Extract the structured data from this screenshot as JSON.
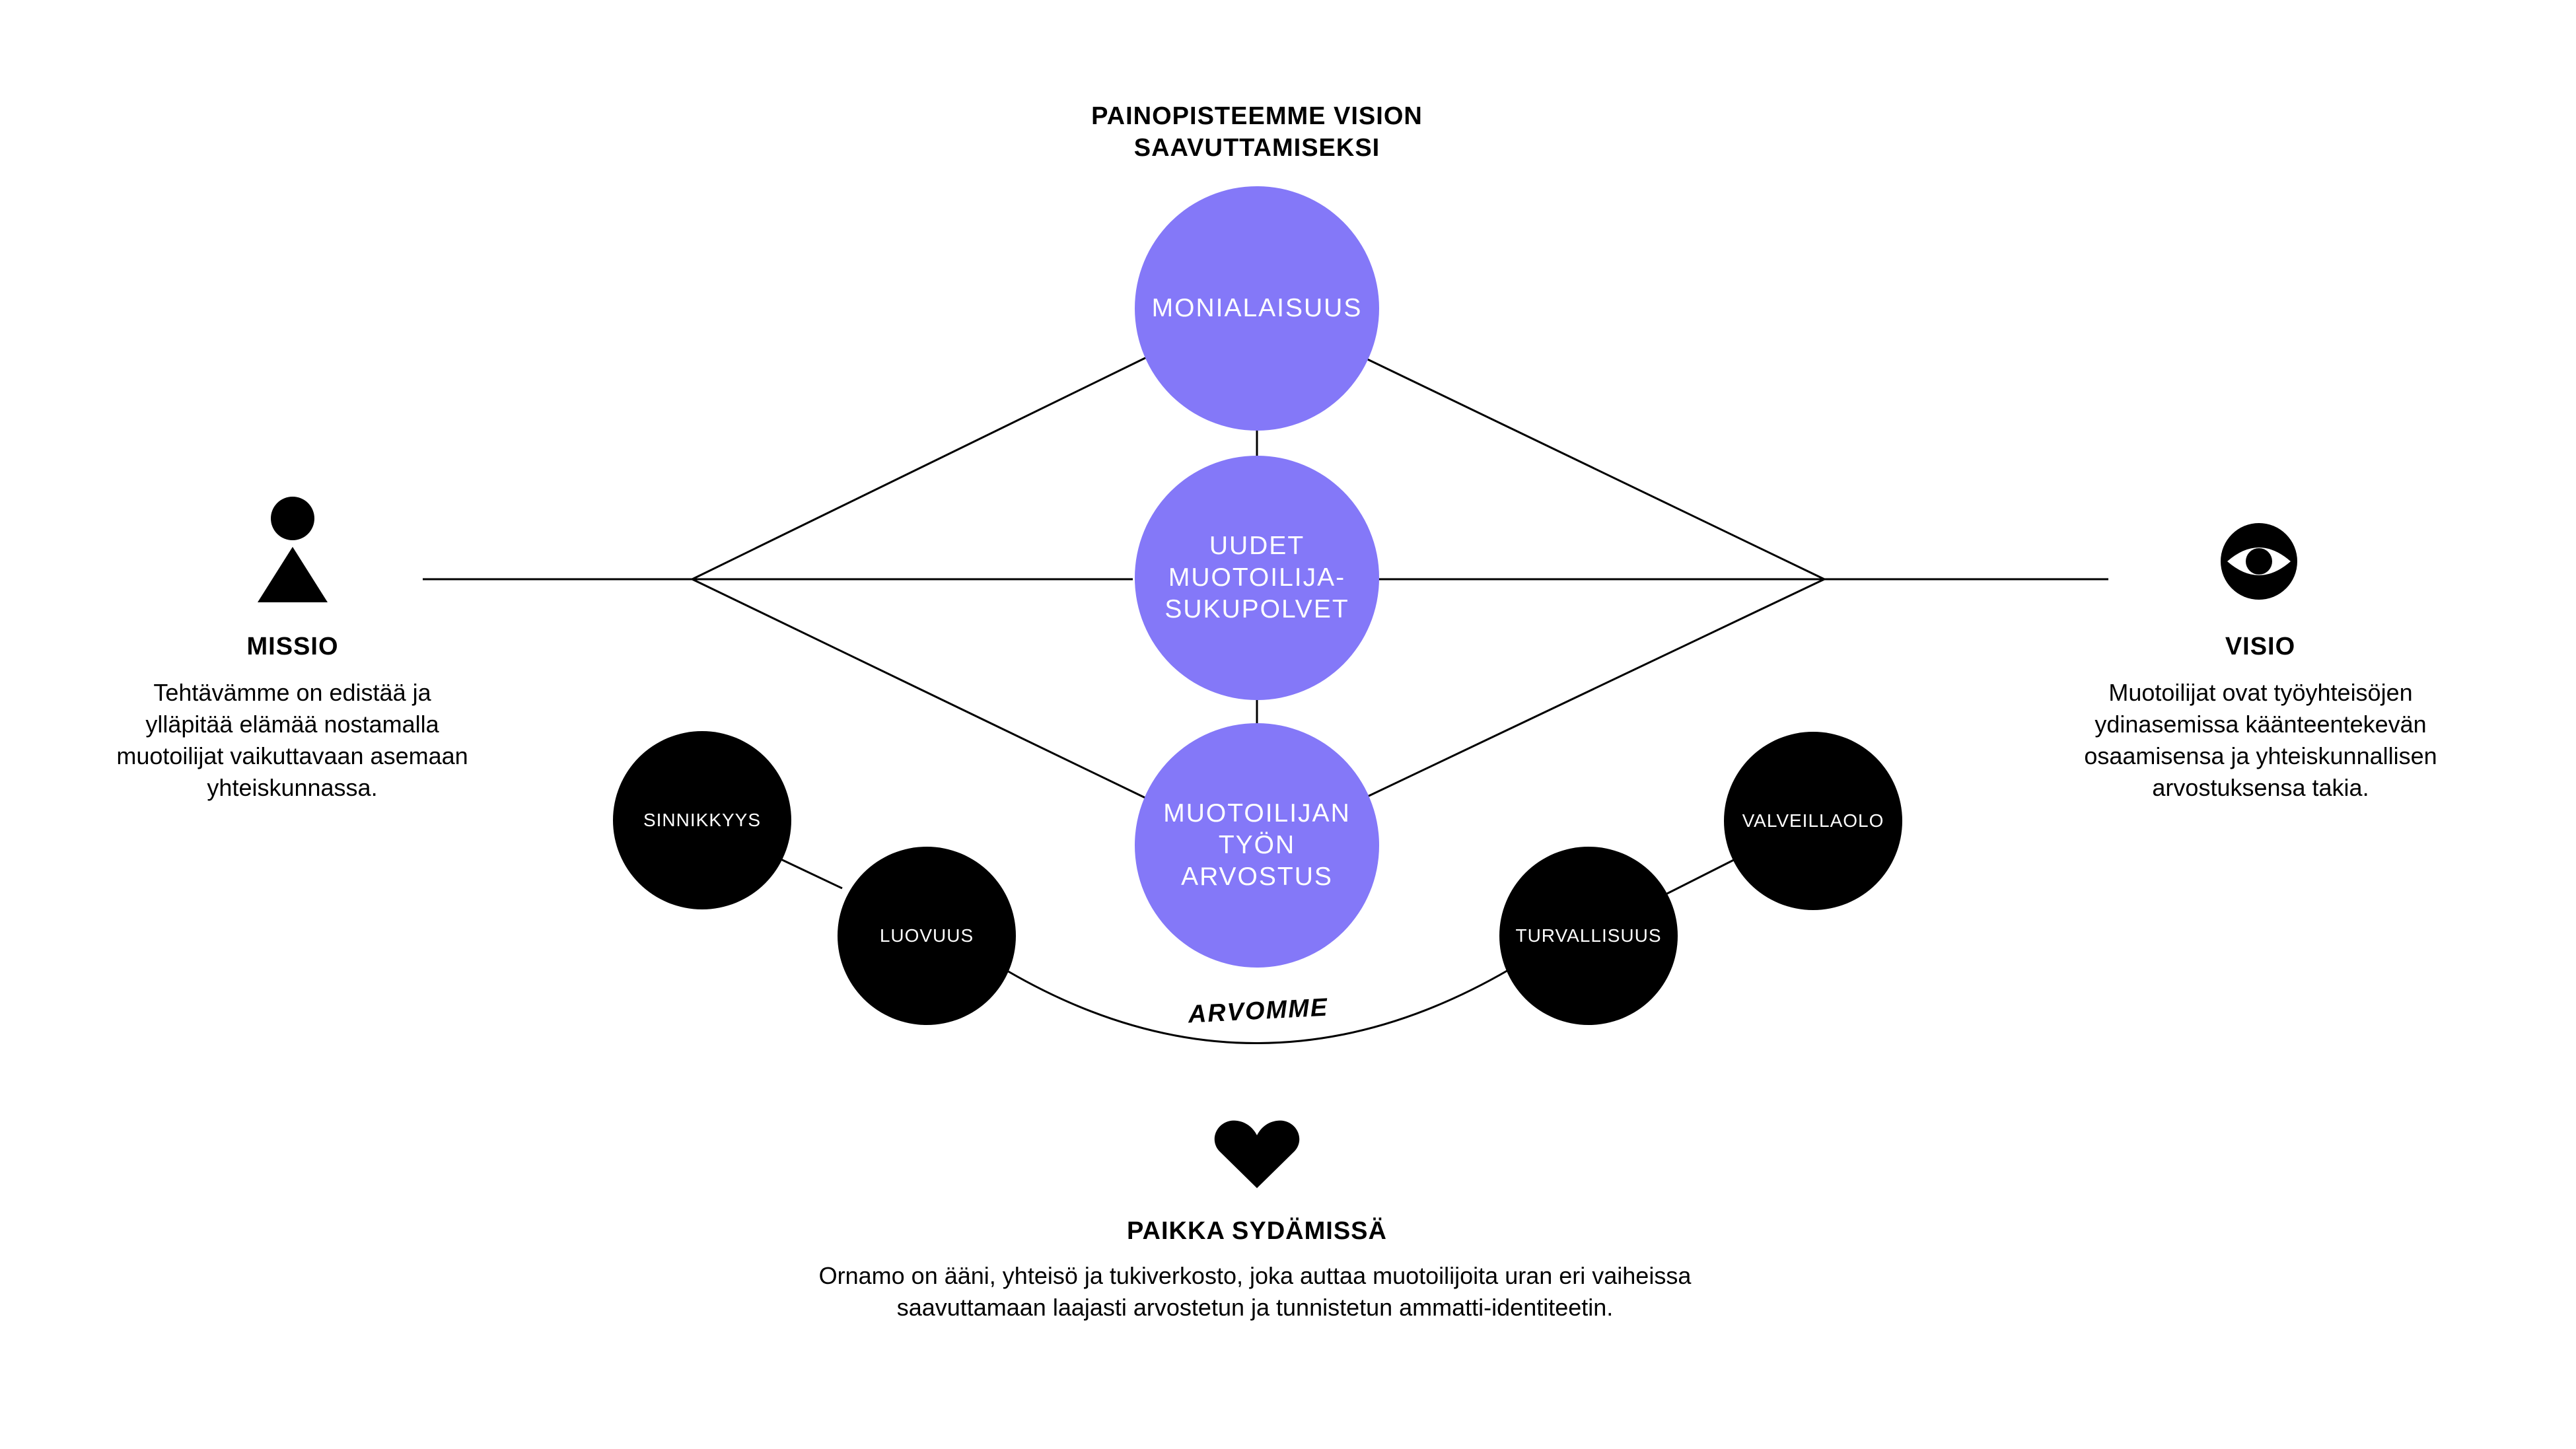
{
  "diagram": {
    "title": "PAINOPISTEEMME VISION\nSAAVUTTAMISEKSI",
    "focus_areas": [
      {
        "label": "MONIALAISUUS"
      },
      {
        "label": "UUDET\nMUOTOILIJA-\nSUKUPOLVET"
      },
      {
        "label": "MUOTOILIJAN\nTYÖN\nARVOSTUS"
      }
    ],
    "values_label": "ARVOMME",
    "values": [
      {
        "label": "SINNIKKYYS"
      },
      {
        "label": "LUOVUUS"
      },
      {
        "label": "TURVALLISUUS"
      },
      {
        "label": "VALVEILLAOLO"
      }
    ],
    "colors": {
      "focus": "#8478f8",
      "value": "#000000",
      "line": "#000000"
    }
  },
  "mission": {
    "icon": "person-icon",
    "title": "MISSIO",
    "text": "Tehtävämme on edistää ja\nylläpitää elämää nostamalla\nmuotoilijat vaikuttavaan asemaan\nyhteiskunnassa."
  },
  "vision": {
    "icon": "eye-icon",
    "title": "VISIO",
    "text": "Muotoilijat ovat työyhteisöjen\nydinasemissa käänteentekevän\nosaamisensa ja yhteiskunnallisen\narvostuksensa takia."
  },
  "heart": {
    "icon": "heart-icon",
    "title": "PAIKKA SYDÄMISSÄ",
    "text": "Ornamo on ääni, yhteisö ja tukiverkosto, joka auttaa muotoilijoita uran eri vaiheissa\nsaavuttamaan laajasti arvostetun ja tunnistetun ammatti-identiteetin."
  }
}
